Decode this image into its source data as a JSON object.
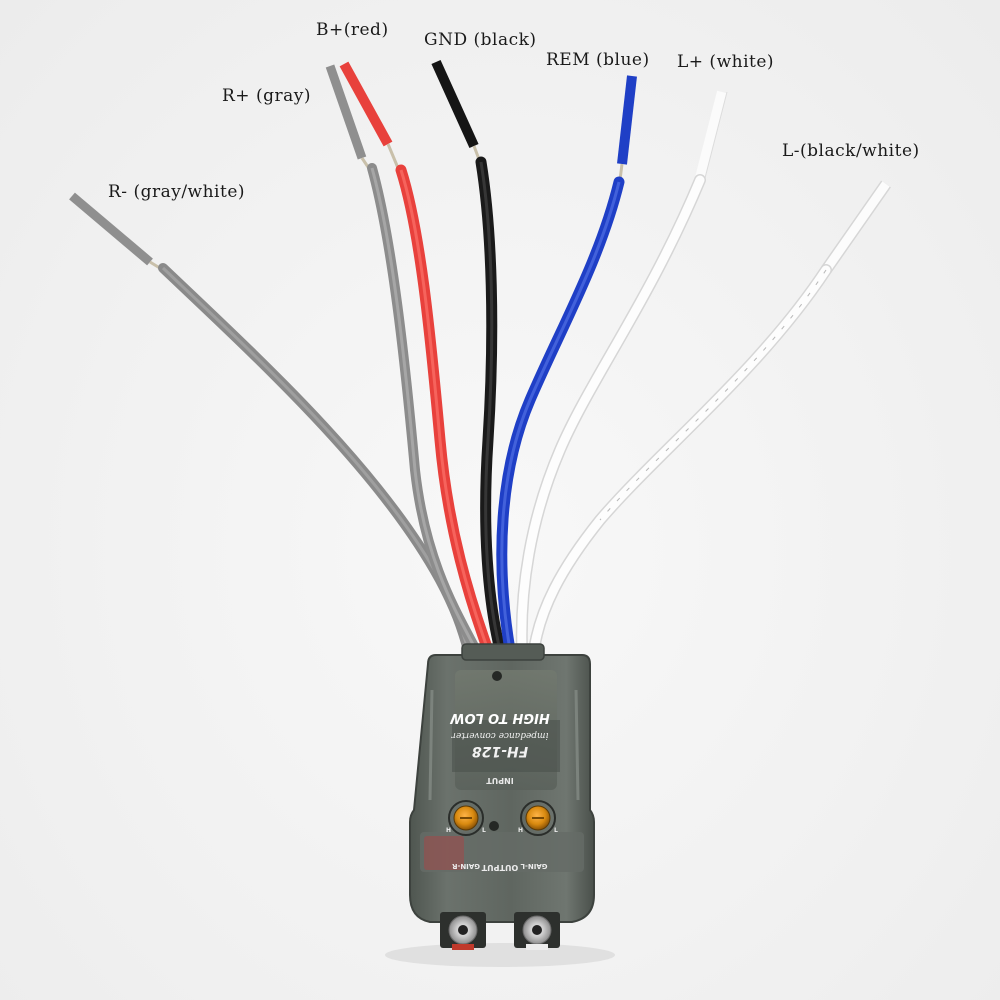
{
  "wire_labels": {
    "b_plus": "B+(red)",
    "gnd": "GND (black)",
    "rem": "REM (blue)",
    "l_plus": "L+ (white)",
    "r_plus": "R+ (gray)",
    "l_minus": "L-(black/white)",
    "r_minus": "R- (gray/white)"
  },
  "device": {
    "brand_text": "HIGH TO LOW",
    "product_desc": "impedance converter",
    "model": "FH-128",
    "input_label": "INPUT",
    "output_label": "OUTPUT",
    "gain_r_label": "GAIN-R",
    "gain_l_label": "GAIN-L",
    "knob_h": "H",
    "knob_l": "L"
  },
  "colors": {
    "red": "#e8413c",
    "black": "#1a1a1a",
    "blue": "#1f3fc6",
    "white": "#fafafa",
    "gray": "#8e8e8e",
    "housing": "#5f6660",
    "knob": "#d98a10"
  }
}
